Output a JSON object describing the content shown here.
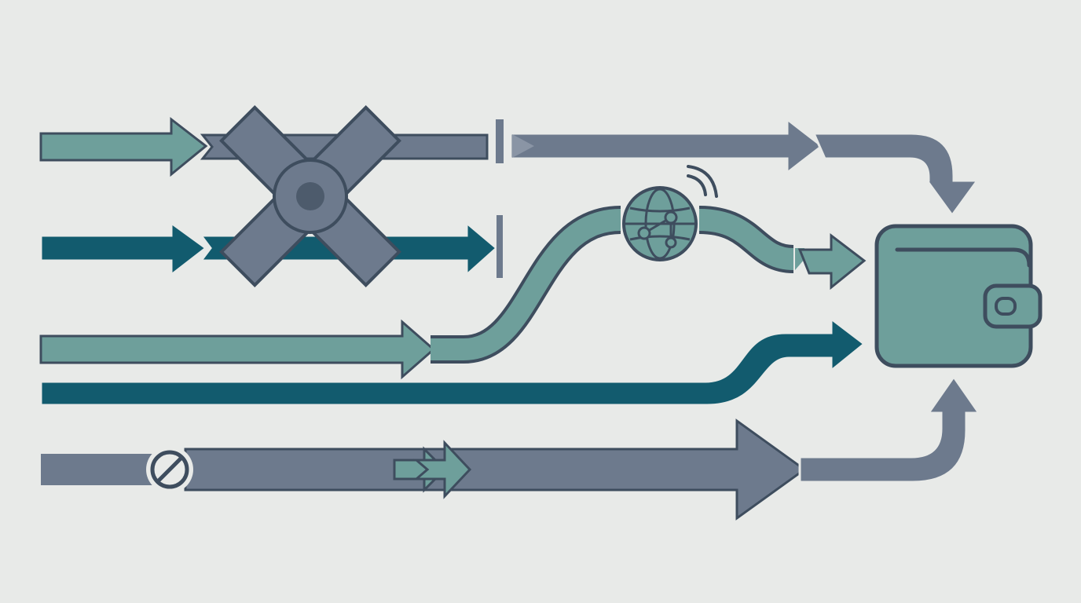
{
  "colors": {
    "background": "#e8eae8",
    "outline": "#3e4d5e",
    "light_teal": "#6e9f9b",
    "dark_teal": "#125b6e",
    "slate": "#6d7a8d",
    "dark_slate": "#4d5b6c"
  },
  "icons": {
    "block_cross": "x-block-icon",
    "globe": "globe-network-icon",
    "signal": "signal-waves-icon",
    "wallet": "wallet-icon",
    "prohibited": "prohibited-icon",
    "bypass": "double-arrow-icon"
  },
  "flows": [
    {
      "id": "flow-1",
      "color": "light_teal",
      "state": "blocked"
    },
    {
      "id": "flow-2",
      "color": "dark_teal",
      "state": "stopped"
    },
    {
      "id": "flow-3",
      "color": "light_teal",
      "state": "rerouted-via-network"
    },
    {
      "id": "flow-4",
      "color": "dark_teal",
      "state": "direct-to-wallet"
    },
    {
      "id": "flow-5",
      "color": "slate",
      "state": "prohibited-start"
    },
    {
      "id": "flow-6",
      "color": "slate",
      "state": "top-route-to-wallet"
    }
  ]
}
